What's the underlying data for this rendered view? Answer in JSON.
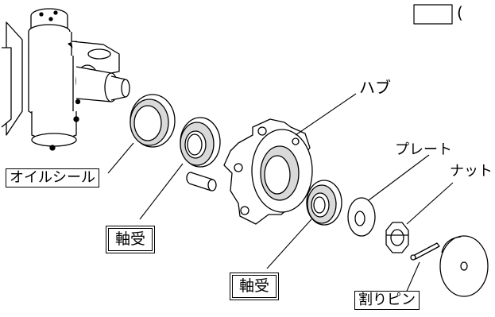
{
  "labels": {
    "hub": "ハブ",
    "plate": "プレート",
    "nut": "ナット",
    "oil_seal": "オイルシール",
    "bearing_inner": "軸受",
    "bearing_outer": "軸受",
    "split_pin": "割りピン",
    "legend_paren": "("
  },
  "colors": {
    "ink": "#000000",
    "paper": "#ffffff",
    "shade": "#d9d9d9"
  }
}
